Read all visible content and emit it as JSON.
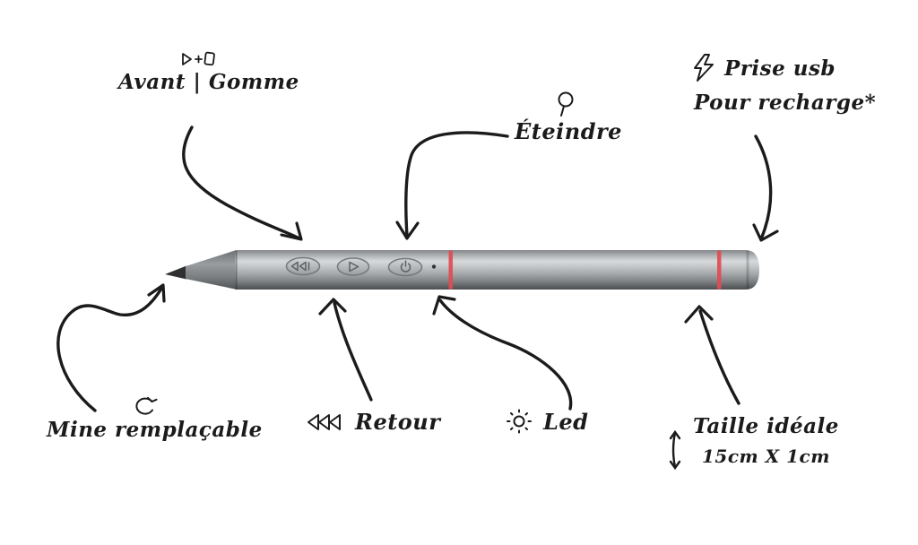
{
  "diagram": {
    "product": "stylus-pen-annotated-diagram",
    "labels": {
      "avant_gomme": "Avant | Gomme",
      "eteindre": "Éteindre",
      "prise_line1": "Prise usb",
      "prise_line2": "Pour recharge*",
      "mine": "Mine remplaçable",
      "retour": "Retour",
      "led": "Led",
      "taille_line1": "Taille idéale",
      "taille_line2": "15cm X 1cm"
    },
    "icons": {
      "avant": "play-plus-eraser-icon",
      "eteindre": "power-icon",
      "prise": "lightning-icon",
      "mine": "recycle-icon",
      "retour": "triple-rewind-icon",
      "led": "sun-icon",
      "taille": "vertical-arrows-icon",
      "pen_buttons": [
        "skip-back-button",
        "play-button",
        "power-button"
      ]
    },
    "colors": {
      "ink": "#1b1b1b",
      "red_ring": "#e14b52",
      "pen_light": "#d6d8da",
      "pen_dark": "#55585b"
    }
  }
}
